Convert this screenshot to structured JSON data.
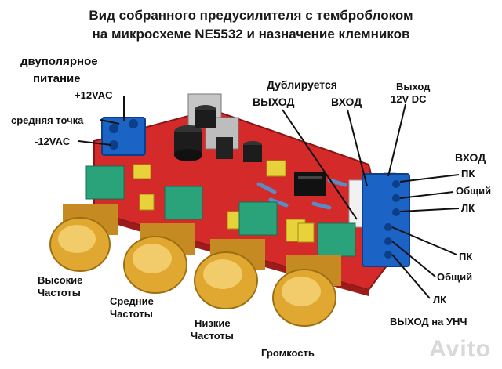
{
  "title": {
    "line1": "Вид собранного предусилителя с темброблоком",
    "line2": "на микросхеме NE5532  и назначение клемников"
  },
  "power": {
    "heading_1": "двуполярное",
    "heading_2": "питание",
    "plus": "+12VAC",
    "mid": "средняя точка",
    "minus": "-12VAC"
  },
  "top_labels": {
    "duplicated": "Дублируется",
    "output": "ВЫХОД",
    "input": "ВХОД",
    "out12_1": "Выход",
    "out12_2": "12V DC"
  },
  "right_input": {
    "heading": "ВХОД",
    "pk": "ПК",
    "common": "Общий",
    "lk": "ЛК"
  },
  "right_output": {
    "pk": "ПК",
    "common": "Общий",
    "lk": "ЛК",
    "heading": "ВЫХОД на УНЧ"
  },
  "knobs": {
    "high_1": "Высокие",
    "high_2": "Частоты",
    "mid_1": "Средние",
    "mid_2": "Частоты",
    "low_1": "Низкие",
    "low_2": "Частоты",
    "volume": "Громкость"
  },
  "watermark": "Avito",
  "colors": {
    "pcb": "#d42a2a",
    "terminal": "#1b63c4",
    "knob": "#e0a830",
    "pot_body": "#2aa37a",
    "capacitor": "#e7d23a"
  }
}
